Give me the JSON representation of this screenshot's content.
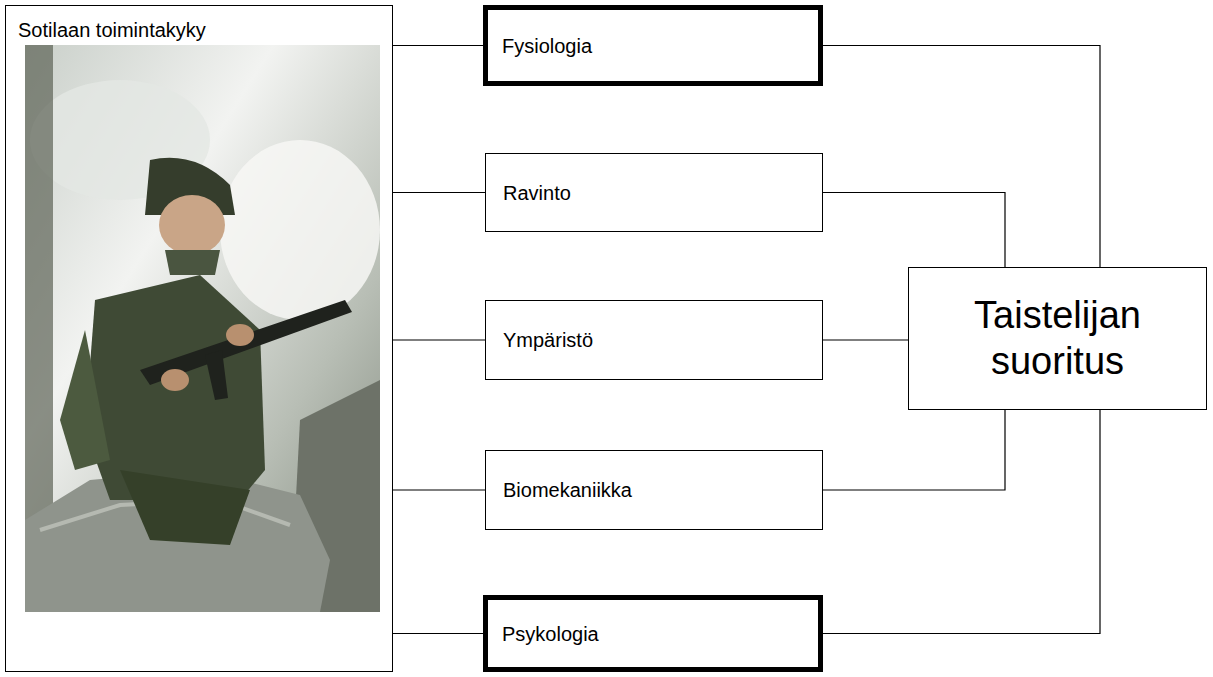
{
  "diagram": {
    "nodes": [
      {
        "text": [
          "Sotilaan toimintakyky"
        ]
      },
      {
        "text": [
          "Fysiologia"
        ]
      },
      {
        "text": [
          "Ravinto"
        ]
      },
      {
        "text": [
          "Ympäristö"
        ]
      },
      {
        "text": [
          "Biomekaniikka"
        ]
      },
      {
        "text": [
          "Psykologia"
        ]
      },
      {
        "text": [
          "Taistelijan suoritus"
        ]
      }
    ],
    "edges": [
      {
        "from": 0,
        "to": 1,
        "arrow": "none"
      },
      {
        "from": 0,
        "to": 2,
        "arrow": "none"
      },
      {
        "from": 0,
        "to": 3,
        "arrow": "none"
      },
      {
        "from": 0,
        "to": 4,
        "arrow": "none"
      },
      {
        "from": 0,
        "to": 5,
        "arrow": "none"
      },
      {
        "from": 1,
        "to": 6,
        "arrow": "none"
      },
      {
        "from": 2,
        "to": 6,
        "arrow": "none"
      },
      {
        "from": 3,
        "to": 6,
        "arrow": "none"
      },
      {
        "from": 4,
        "to": 6,
        "arrow": "none"
      },
      {
        "from": 5,
        "to": 6,
        "arrow": "none"
      }
    ]
  }
}
